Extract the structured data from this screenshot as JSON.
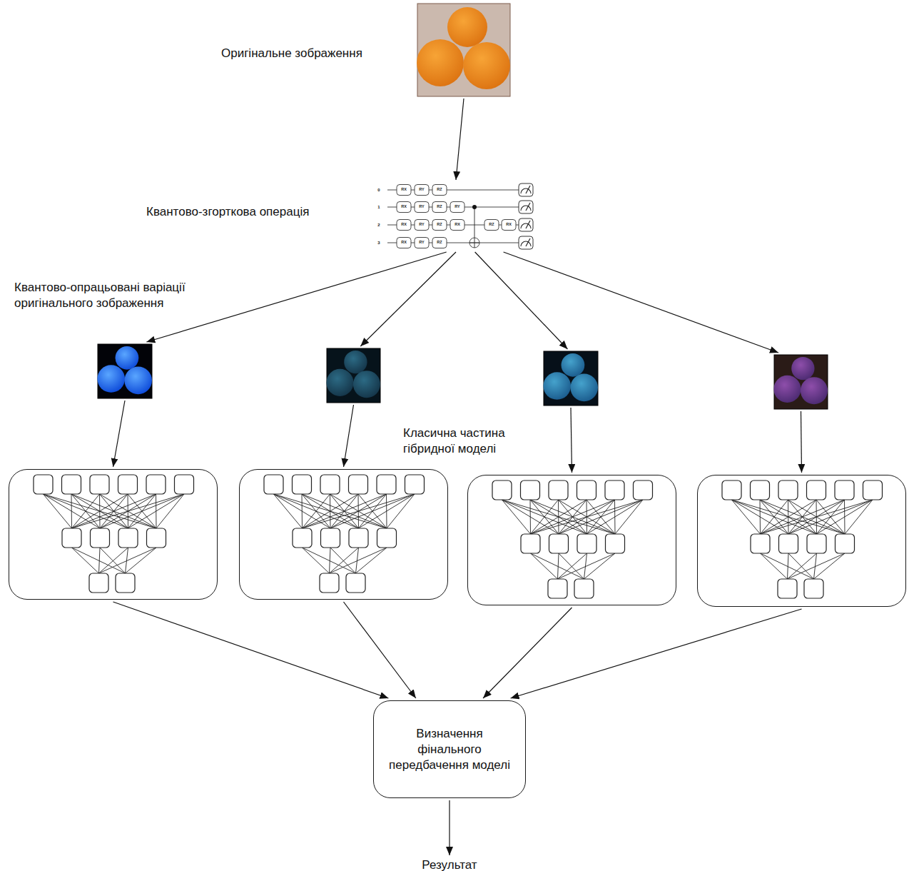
{
  "diagram": {
    "nodes": [
      {
        "text": [
          "Оригінальне зображення"
        ]
      },
      {
        "text": [
          "Квантово-згорткова операція"
        ]
      },
      {
        "text": []
      },
      {
        "text": []
      },
      {
        "text": []
      },
      {
        "text": []
      },
      {
        "text": []
      },
      {
        "text": []
      },
      {
        "text": []
      },
      {
        "text": []
      },
      {
        "text": [
          "Визначення фінального передбачення моделі"
        ]
      },
      {
        "text": [
          "Результат"
        ]
      }
    ],
    "edges": [
      {
        "from": 0,
        "to": 1,
        "arrow": "to"
      },
      {
        "from": 1,
        "to": 2,
        "arrow": "to"
      },
      {
        "from": 1,
        "to": 3,
        "arrow": "to"
      },
      {
        "from": 1,
        "to": 4,
        "arrow": "to"
      },
      {
        "from": 1,
        "to": 5,
        "arrow": "to"
      },
      {
        "from": 2,
        "to": 6,
        "arrow": "to"
      },
      {
        "from": 3,
        "to": 7,
        "arrow": "to"
      },
      {
        "from": 4,
        "to": 8,
        "arrow": "to"
      },
      {
        "from": 5,
        "to": 9,
        "arrow": "to"
      },
      {
        "from": 6,
        "to": 10,
        "arrow": "to"
      },
      {
        "from": 7,
        "to": 10,
        "arrow": "to"
      },
      {
        "from": 8,
        "to": 10,
        "arrow": "to"
      },
      {
        "from": 9,
        "to": 10,
        "arrow": "to"
      },
      {
        "from": 10,
        "to": 11,
        "arrow": "to"
      }
    ],
    "labels": [
      "0",
      "RX",
      "RY",
      "RZ",
      "1",
      "RX",
      "RY",
      "RZ",
      "RY",
      "2",
      "RX",
      "RY",
      "RZ",
      "RX",
      "RZ",
      "RX",
      "3",
      "RX",
      "RY",
      "RZ",
      "Квантово-опрацьовані варіації оригінального зображення",
      "Класична частина гібридної моделі"
    ]
  }
}
